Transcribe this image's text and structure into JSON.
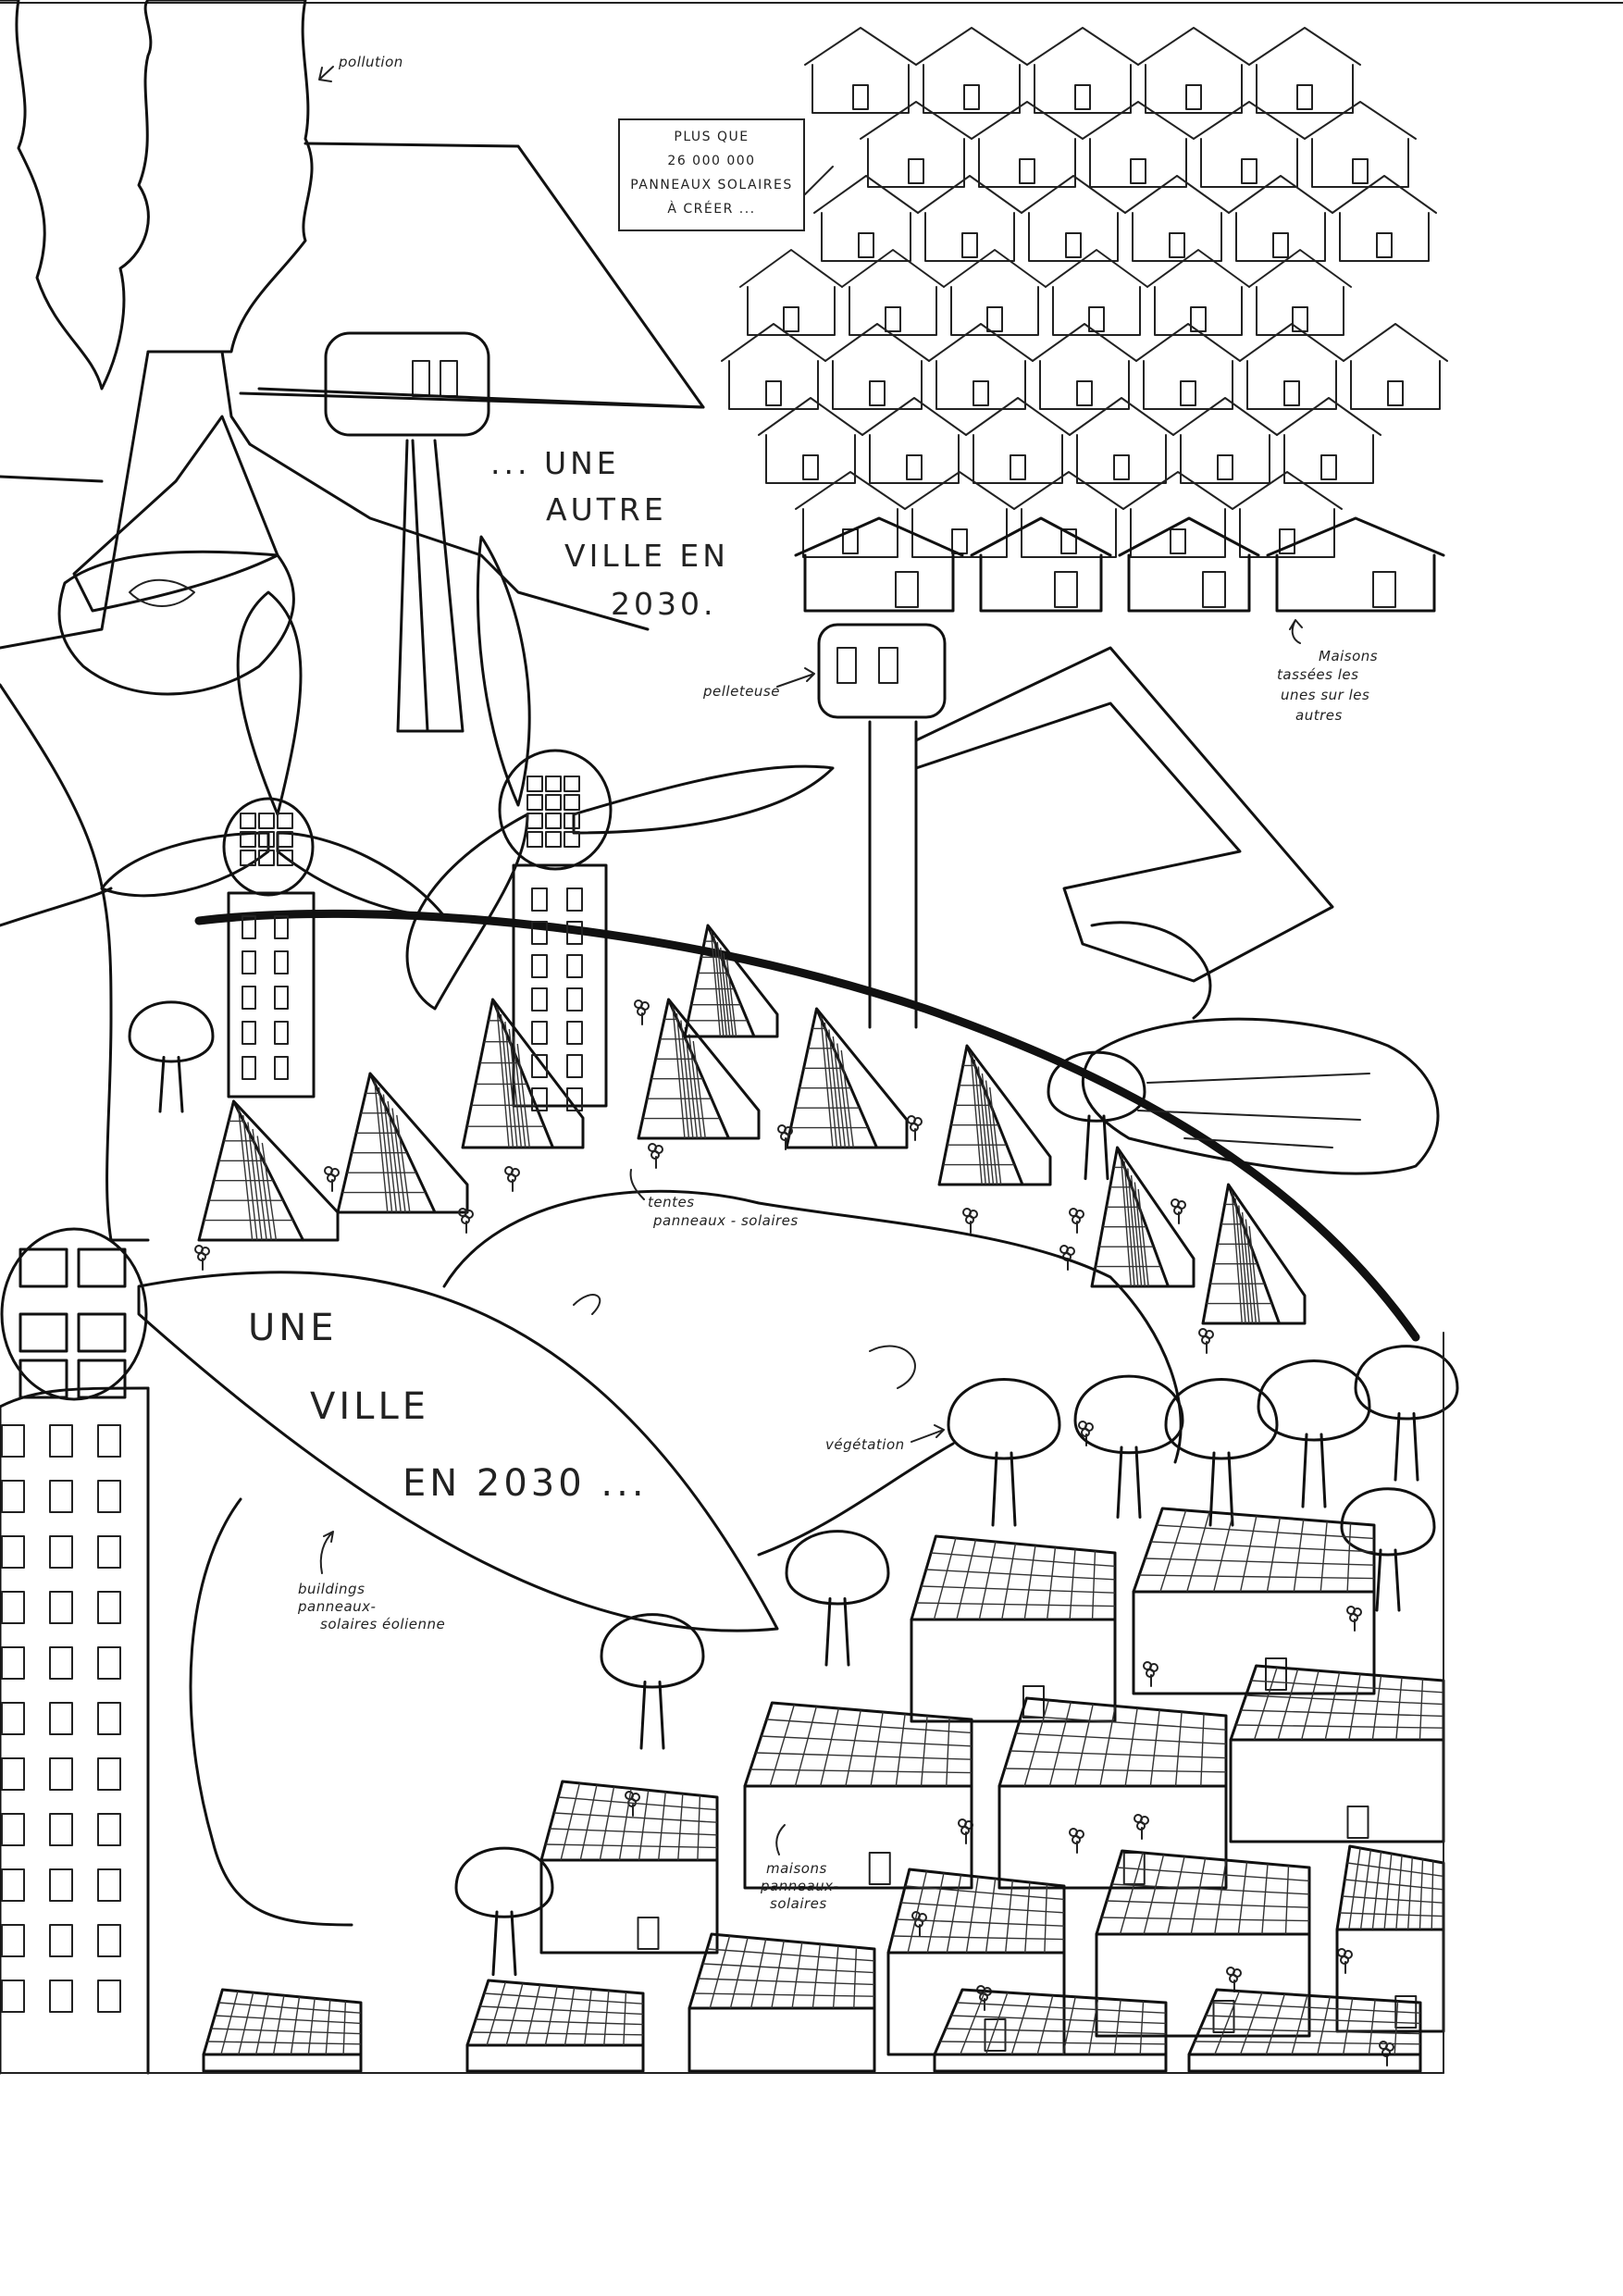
{
  "annotations": {
    "pollution": "pollution",
    "note_box": [
      "PLUS QUE",
      "26 000 000",
      "PANNEAUX SOLAIRES",
      "À CRÉER ..."
    ],
    "title_other_city": [
      "... UNE",
      "AUTRE",
      "VILLE EN",
      "2030."
    ],
    "pelleteuse": "pelleteuse",
    "maisons_tassees": [
      "Maisons",
      "tassées les",
      "unes sur les",
      "autres"
    ],
    "tentes": [
      "tentes",
      "panneaux - solaires"
    ],
    "title_city": [
      "UNE",
      "VILLE",
      "EN 2030 ..."
    ],
    "vegetation": "végétation",
    "buildings": [
      "buildings",
      "panneaux-",
      "solaires éolienne"
    ],
    "maisons_panneaux": [
      "maisons",
      "panneaux-",
      "solaires"
    ]
  },
  "colors": {
    "ink": "#111111",
    "paper": "#ffffff"
  }
}
